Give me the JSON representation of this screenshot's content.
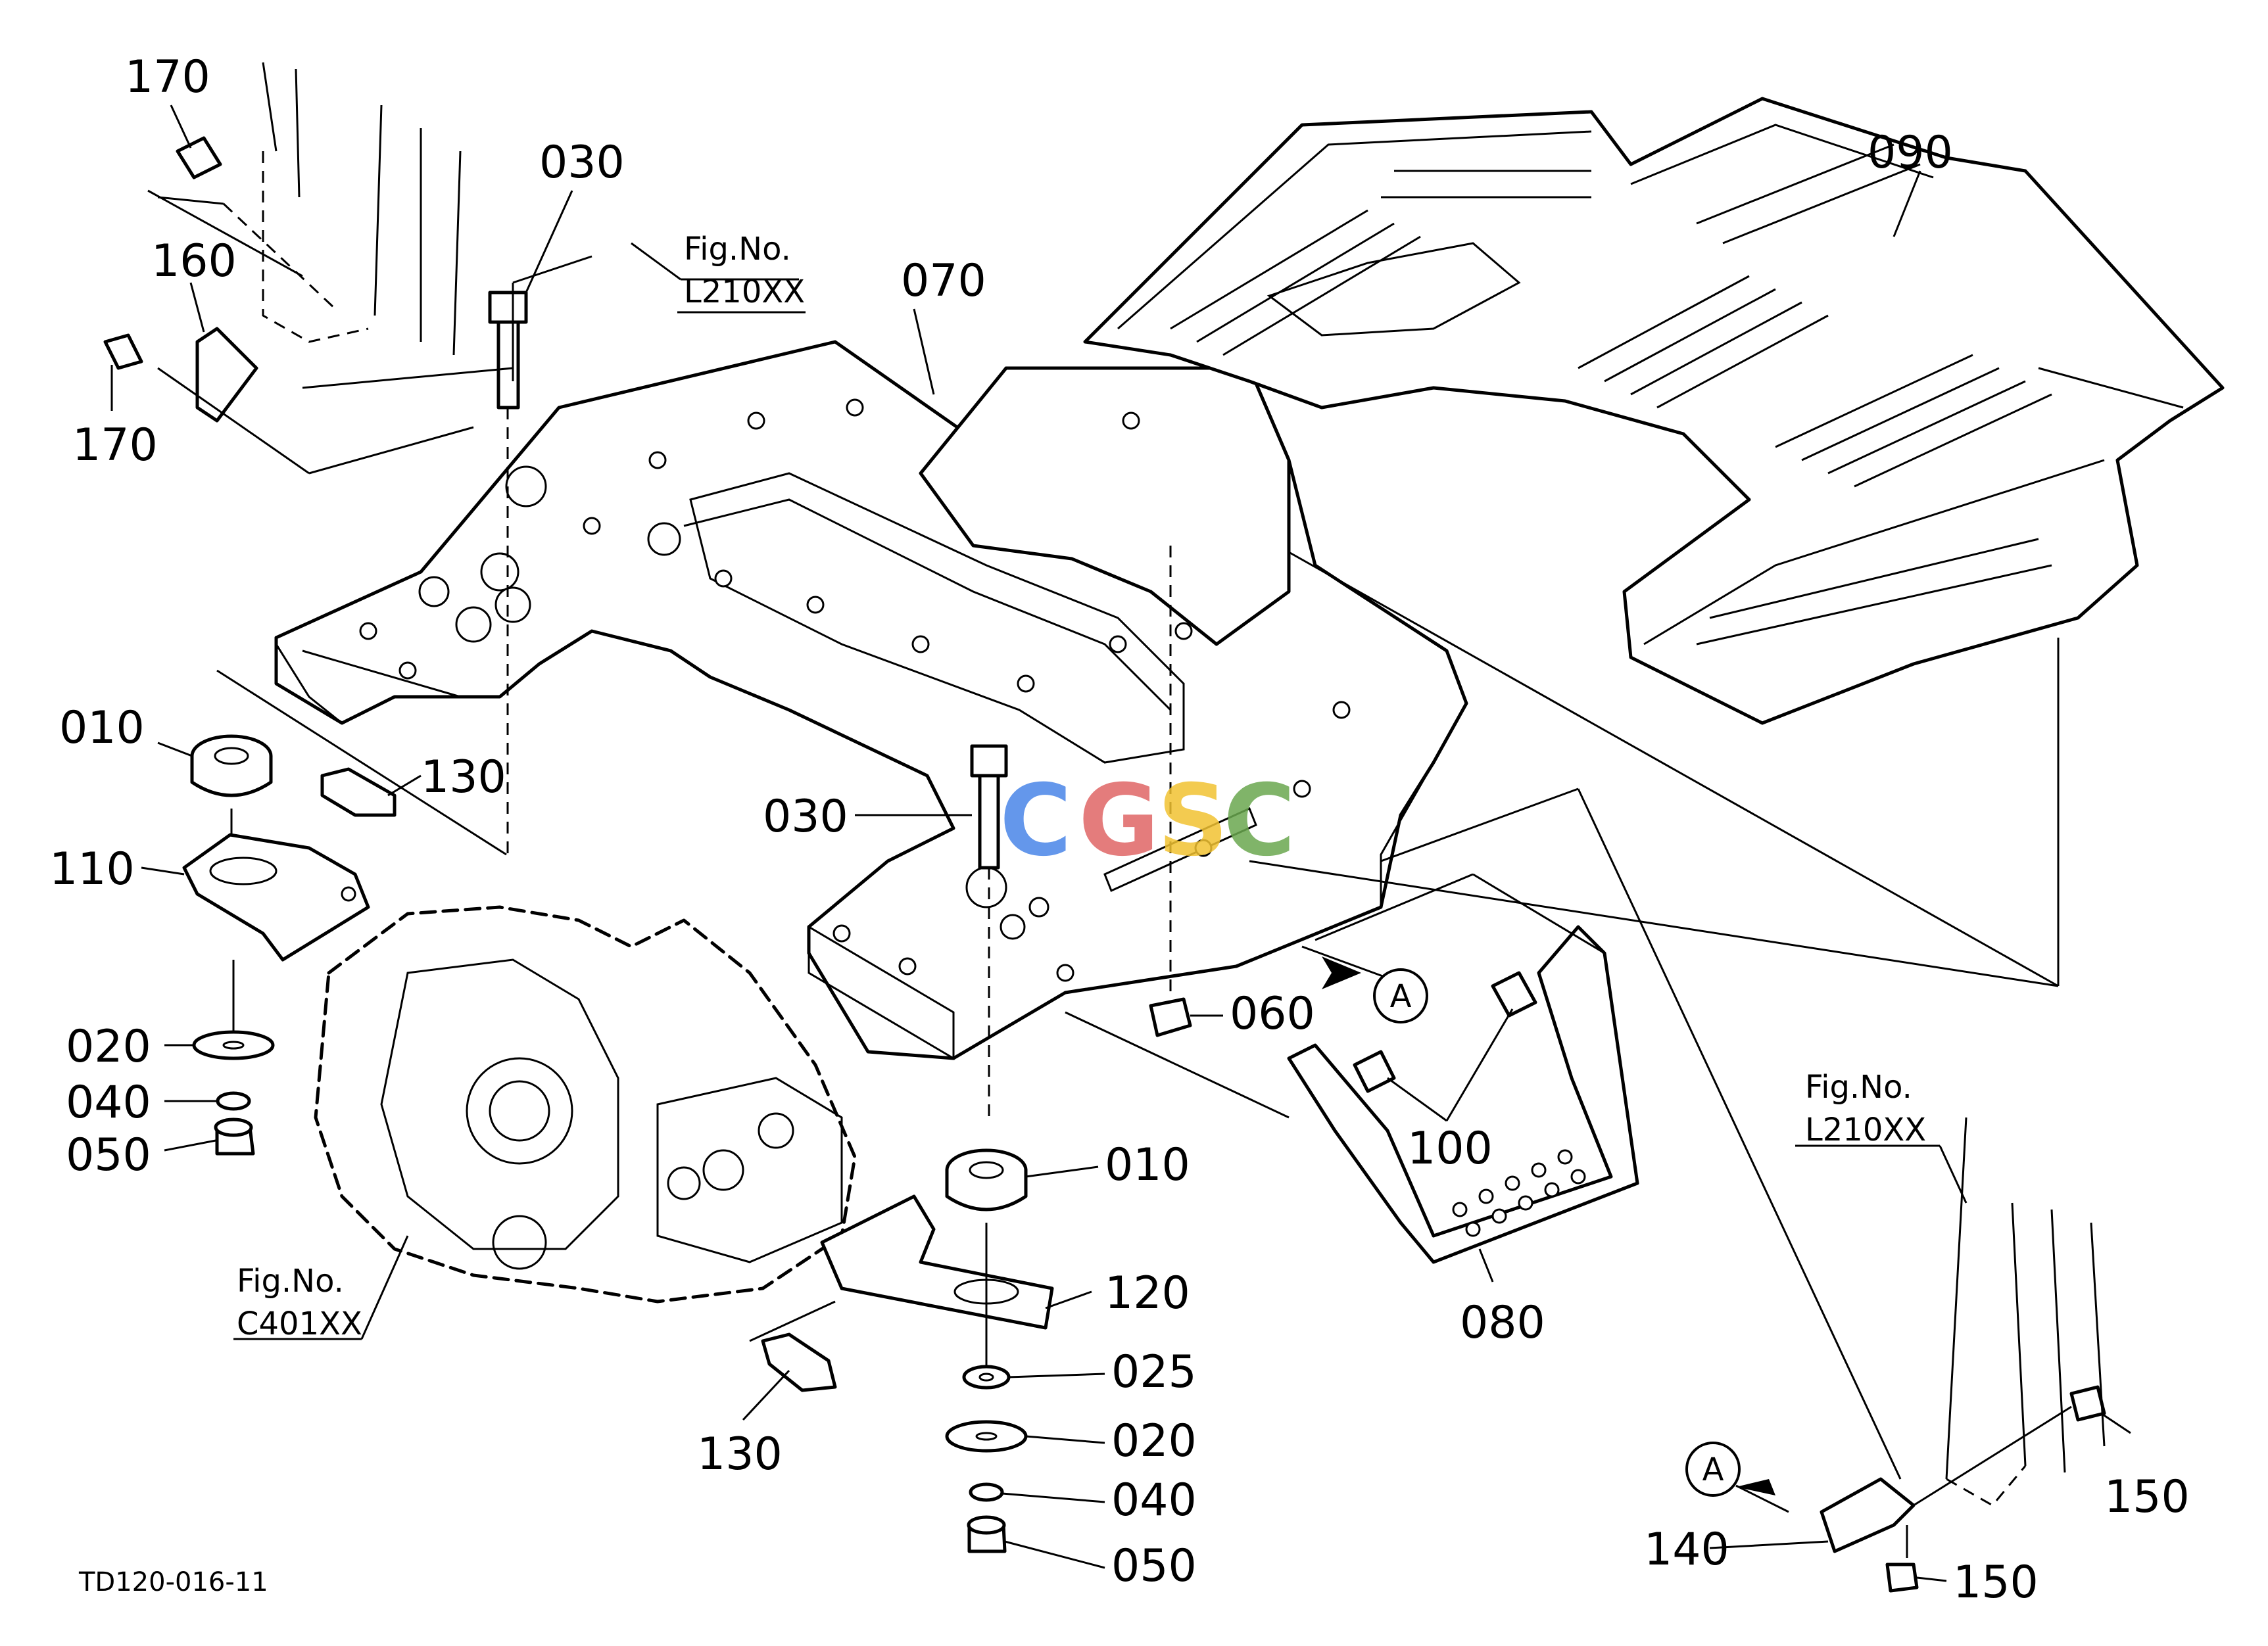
{
  "drawing_code": "TD120-016-11",
  "watermark": {
    "letters": [
      "C",
      "G",
      "S",
      "C"
    ],
    "colors": [
      "#4a86e8",
      "#e06666",
      "#f1c232",
      "#6aa84f"
    ]
  },
  "callouts": {
    "p170_top": "170",
    "p160": "160",
    "p170_mid": "170",
    "p030_top": "030",
    "p070": "070",
    "p090": "090",
    "p010_left": "010",
    "p130_left": "130",
    "p110": "110",
    "p020_left": "020",
    "p040_left": "040",
    "p050_left": "050",
    "p030_mid": "030",
    "p060": "060",
    "p010_center": "010",
    "p120": "120",
    "p025": "025",
    "p020_center": "020",
    "p040_center": "040",
    "p050_center": "050",
    "p130_bottom": "130",
    "p100": "100",
    "p080": "080",
    "p150_right": "150",
    "p150_bottom": "150",
    "p140": "140"
  },
  "references": {
    "ref_top": {
      "line1": "Fig.No.",
      "line2": "L210XX"
    },
    "ref_left": {
      "line1": "Fig.No.",
      "line2": "C401XX"
    },
    "ref_right": {
      "line1": "Fig.No.",
      "line2": "L210XX"
    }
  },
  "view_markers": {
    "marker_a_center": "A",
    "marker_a_bottom": "A"
  }
}
